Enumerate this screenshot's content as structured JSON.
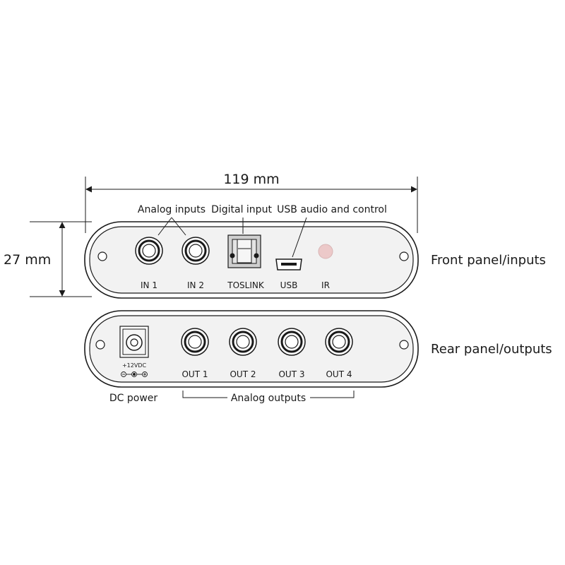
{
  "dimensions": {
    "width_label": "119 mm",
    "height_label": "27 mm"
  },
  "front_panel": {
    "title": "Front panel/inputs",
    "callouts": {
      "analog_inputs": "Analog inputs",
      "digital_input": "Digital input",
      "usb_audio_control": "USB audio and control"
    },
    "ports": {
      "in1": "IN 1",
      "in2": "IN 2",
      "toslink": "TOSLINK",
      "usb": "USB",
      "ir": "IR"
    }
  },
  "rear_panel": {
    "title": "Rear panel/outputs",
    "power_rating": "+12VDC",
    "callouts": {
      "dc_power": "DC power",
      "analog_outputs": "Analog outputs"
    },
    "ports": {
      "out1": "OUT 1",
      "out2": "OUT 2",
      "out3": "OUT 3",
      "out4": "OUT 4"
    }
  },
  "colors": {
    "line": "#1a1a1a",
    "panel_fill": "#f2f2f2",
    "toslink_fill": "#cfcfcf",
    "ir_led": "#ecc9c9"
  }
}
